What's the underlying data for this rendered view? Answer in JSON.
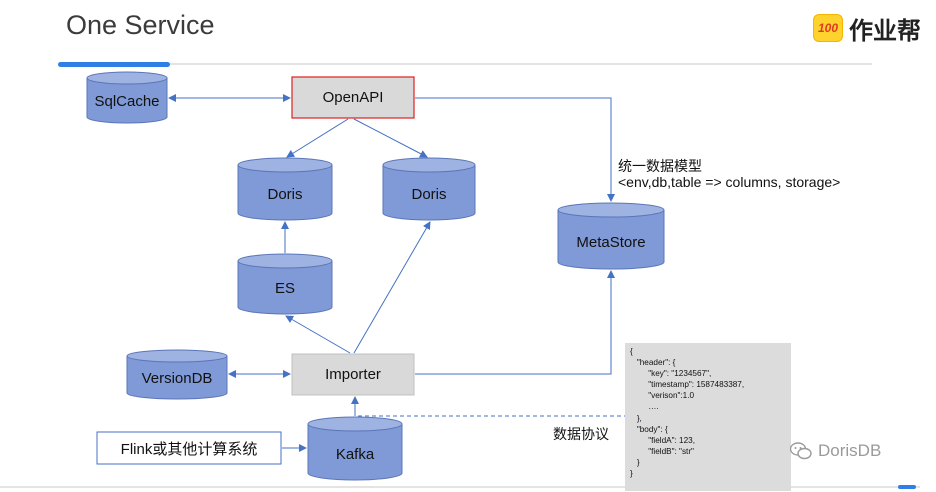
{
  "header": {
    "title": "One Service",
    "brand": "作业帮",
    "brand_badge": "100"
  },
  "nodes": {
    "sqlcache": "SqlCache",
    "openapi": "OpenAPI",
    "doris_left": "Doris",
    "doris_right": "Doris",
    "es": "ES",
    "metastore": "MetaStore",
    "versiondb": "VersionDB",
    "importer": "Importer",
    "kafka": "Kafka",
    "flink": "Flink或其他计算系统"
  },
  "annotations": {
    "meta_line1": "统一数据模型",
    "meta_line2": "<env,db,table => columns, storage>",
    "protocol": "数据协议"
  },
  "json_sample": "{\n   \"header\": {\n        \"key\": \"1234567\",\n        \"timestamp\": 1587483387,\n        \"verison\":1.0\n        ….\n   },\n   \"body\": {\n        \"fieldA\": 123,\n        \"fieldB\": \"str\"\n   }\n}",
  "watermark": "DorisDB",
  "colors": {
    "cylinder_fill": "#7f9ad6",
    "cylinder_top": "#9fb3e3",
    "cylinder_stroke": "#5a75b8",
    "box_fill": "#d9d9d9",
    "openapi_border": "#e02020",
    "arrow": "#4472c4",
    "accent_bar": "#2f7fe6"
  }
}
